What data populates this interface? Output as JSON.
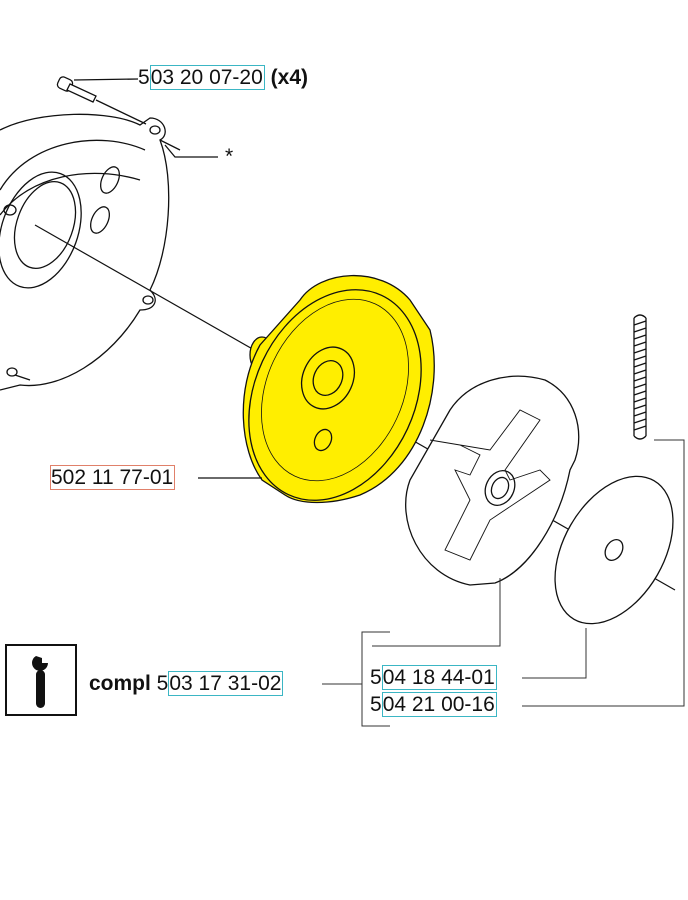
{
  "parts": {
    "screw": {
      "number": "503 20 07-20",
      "qty": "(x4)"
    },
    "housing_note": "*",
    "clutch_drum": {
      "number": "502 11 77-01",
      "highlight_color": "#ffee00"
    },
    "clutch_complete": {
      "prefix": "compl",
      "number": "503 17 31-02"
    },
    "washer": {
      "number": "504 18 44-01"
    },
    "spring": {
      "number": "504 21 00-16"
    }
  },
  "icons": {
    "service_tool": "wrench-icon"
  }
}
